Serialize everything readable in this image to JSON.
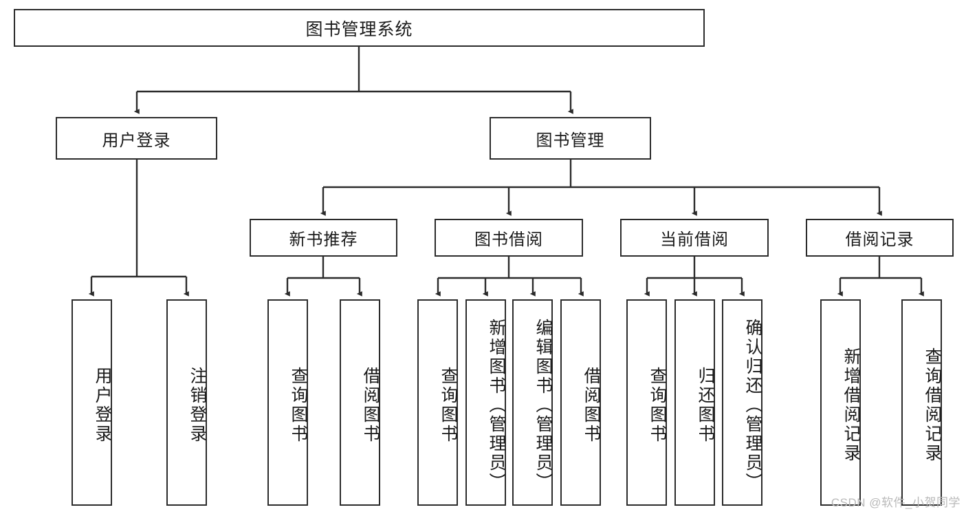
{
  "diagram": {
    "title": "图书管理系统",
    "type": "tree-hierarchy-diagram",
    "colors": {
      "box_border": "#2b2b2b",
      "box_fill": "#ffffff",
      "line": "#2b2b2b",
      "text": "#1a1a1a",
      "watermark": "#b9b9b9",
      "background": "#ffffff"
    },
    "root": {
      "label": "图书管理系统"
    },
    "level2": [
      {
        "label": "用户登录"
      },
      {
        "label": "图书管理"
      }
    ],
    "level3": [
      {
        "label": "新书推荐"
      },
      {
        "label": "图书借阅"
      },
      {
        "label": "当前借阅"
      },
      {
        "label": "借阅记录"
      }
    ],
    "leaves": {
      "user_login": [
        {
          "label": "用户登录"
        },
        {
          "label": "注销登录"
        }
      ],
      "new_book_recommend": [
        {
          "label": "查询图书"
        },
        {
          "label": "借阅图书"
        }
      ],
      "book_borrow": [
        {
          "label": "查询图书"
        },
        {
          "label": "新增图书（管理员）"
        },
        {
          "label": "编辑图书（管理员）"
        },
        {
          "label": "借阅图书"
        }
      ],
      "current_borrow": [
        {
          "label": "查询图书"
        },
        {
          "label": "归还图书"
        },
        {
          "label": "确认归还（管理员）"
        }
      ],
      "borrow_record": [
        {
          "label": "新增借阅记录"
        },
        {
          "label": "查询借阅记录"
        }
      ]
    }
  },
  "watermark": {
    "text": "CSDN @软件_小贺同学"
  }
}
